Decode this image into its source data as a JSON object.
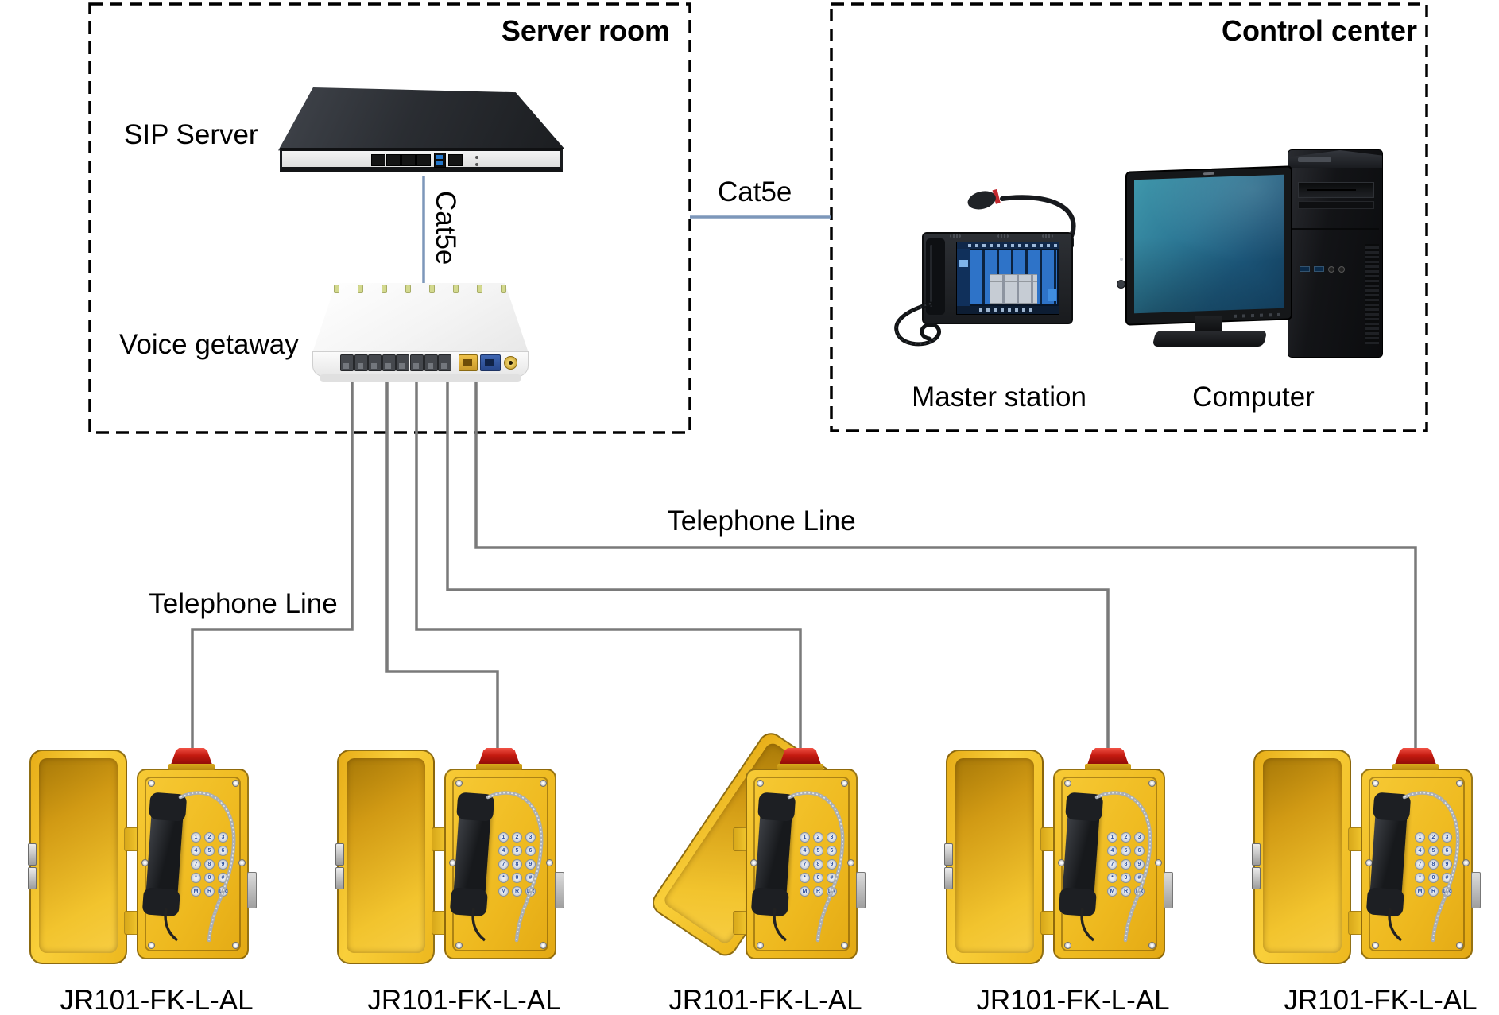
{
  "server_room": {
    "title": "Server room",
    "sip_server_label": "SIP Server",
    "voice_gateway_label": "Voice getaway",
    "cable_label": "Cat5e"
  },
  "control_center": {
    "title": "Control center",
    "master_station_label": "Master station",
    "computer_label": "Computer"
  },
  "uplink": {
    "cable_label": "Cat5e"
  },
  "telephone_line": {
    "left_label": "Telephone Line",
    "right_label": "Telephone Line"
  },
  "phones": [
    {
      "model": "JR101-FK-L-AL"
    },
    {
      "model": "JR101-FK-L-AL"
    },
    {
      "model": "JR101-FK-L-AL"
    },
    {
      "model": "JR101-FK-L-AL"
    },
    {
      "model": "JR101-FK-L-AL"
    }
  ],
  "phone_keypad_keys": [
    "1",
    "2",
    "3",
    "4",
    "5",
    "6",
    "7",
    "8",
    "9",
    "*",
    "0",
    "#",
    "M",
    "R",
    "LR"
  ],
  "colors": {
    "cable_blue": "#7d97ba",
    "line_gray": "#7a7a7a",
    "phone_yellow": "#f2c230",
    "beacon_red": "#c81711",
    "dashed_border": "#000000"
  }
}
